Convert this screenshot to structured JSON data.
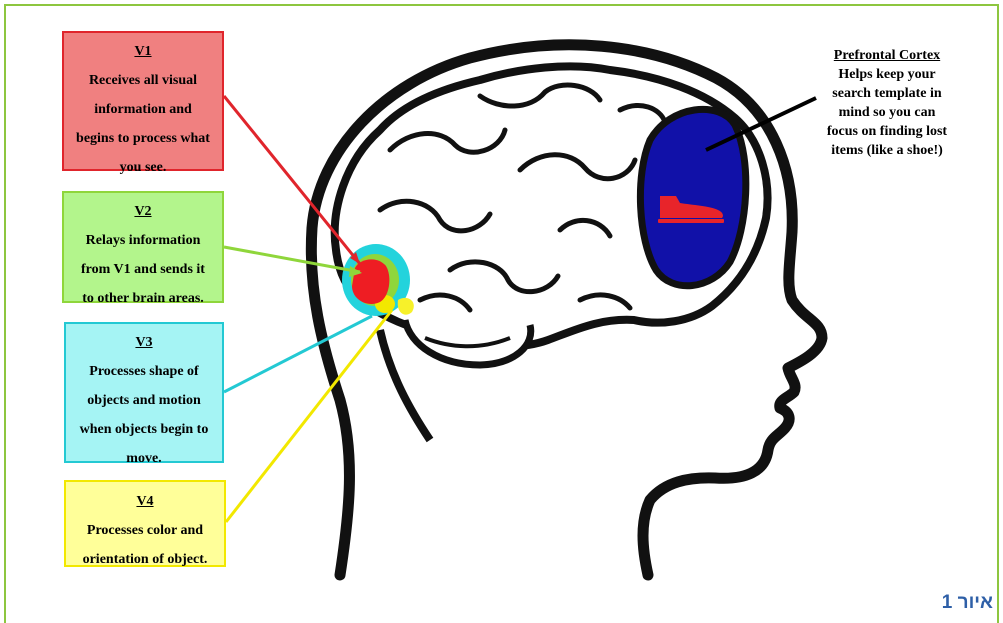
{
  "boxes": {
    "v1": {
      "title": "V1",
      "lines": [
        "Receives all visual",
        "information and",
        "begins to process what",
        "you see."
      ]
    },
    "v2": {
      "title": "V2",
      "lines": [
        "Relays information",
        "from V1 and sends it",
        "to other brain areas."
      ]
    },
    "v3": {
      "title": "V3",
      "lines": [
        "Processes shape of",
        "objects and motion",
        "when objects begin to",
        "move."
      ]
    },
    "v4": {
      "title": "V4",
      "lines": [
        "Processes color and",
        "orientation of object."
      ]
    }
  },
  "prefrontal": {
    "title": "Prefrontal Cortex",
    "lines": [
      "Helps keep your",
      "search template in",
      "mind so you can",
      "focus on finding lost",
      "items (like a shoe!)"
    ]
  },
  "caption": "איור 1",
  "colors": {
    "frame": "#8dc63f",
    "v1": "#e0252c",
    "v2": "#8fd63b",
    "v3": "#23c9d3",
    "v4": "#f2e800",
    "prefrontal": "#1111a8",
    "shoe": "#e8242a",
    "caption": "#2e5fa7"
  },
  "icons": {
    "shoe": "shoe-icon"
  }
}
